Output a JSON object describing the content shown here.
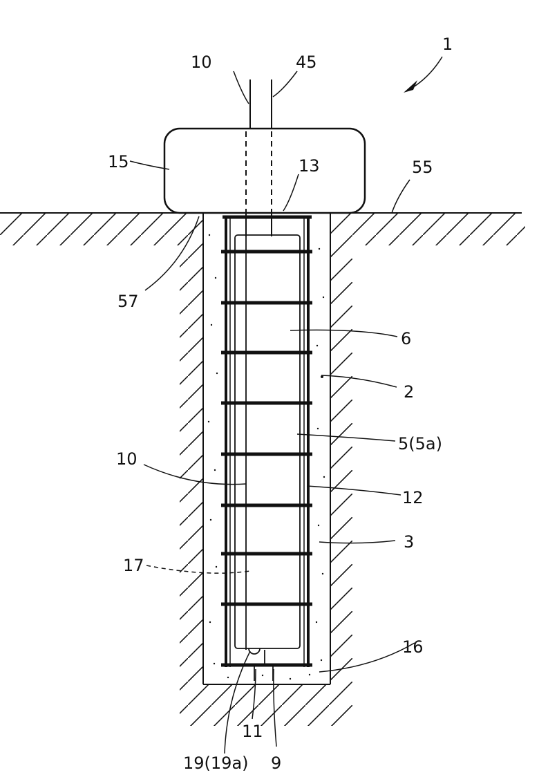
{
  "figure": {
    "labels": {
      "l1": "1",
      "l10_top": "10",
      "l45": "45",
      "l15": "15",
      "l13": "13",
      "l55": "55",
      "l57": "57",
      "l6": "6",
      "l2": "2",
      "l5": "5(5a)",
      "l10_mid": "10",
      "l12": "12",
      "l3": "3",
      "l17": "17",
      "l16": "16",
      "l11": "11",
      "l19": "19(19a)",
      "l9": "9"
    },
    "colors": {
      "ink": "#111111",
      "background": "#ffffff"
    }
  }
}
